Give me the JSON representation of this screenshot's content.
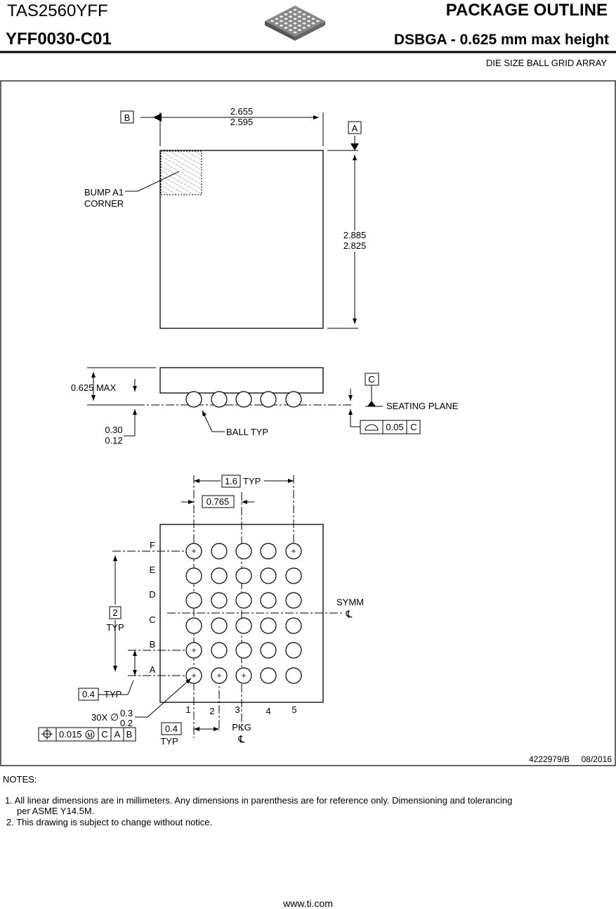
{
  "header": {
    "part_number": "TAS2560YFF",
    "drawing_id": "YFF0030-C01",
    "doc_type": "PACKAGE OUTLINE",
    "package": "DSBGA - 0.625 mm max height",
    "package_desc": "DIE SIZE BALL GRID ARRAY"
  },
  "top_view": {
    "datum_b": "B",
    "datum_a": "A",
    "width_max": "2.655",
    "width_min": "2.595",
    "height_max": "2.885",
    "height_min": "2.825",
    "bump_corner_line1": "BUMP A1",
    "bump_corner_line2": "CORNER"
  },
  "side_view": {
    "max_height": "0.625 MAX",
    "standoff_max": "0.30",
    "standoff_min": "0.12",
    "ball_label": "BALL TYP",
    "datum_c": "C",
    "seating_plane": "SEATING PLANE",
    "flatness_value": "0.05",
    "flatness_datum": "C"
  },
  "bottom_view": {
    "pitch_total": "1.6",
    "pitch_total_suffix": "TYP",
    "offset_x": "0.765",
    "rows": [
      "F",
      "E",
      "D",
      "C",
      "B",
      "A"
    ],
    "cols": [
      "1",
      "2",
      "3",
      "4",
      "5"
    ],
    "row_span": "2",
    "row_span_suffix": "TYP",
    "row_pitch": "0.4",
    "row_pitch_suffix": "TYP",
    "col_pitch": "0.4",
    "col_pitch_suffix": "TYP",
    "symm_label": "SYMM",
    "pkg_label": "PKG",
    "centerline_symbol": "℄",
    "ball_count": "30X",
    "diameter_symbol": "∅",
    "ball_dia_max": "0.3",
    "ball_dia_min": "0.2",
    "position_tol": "0.015",
    "mmc_symbol": "M",
    "tol_datums": [
      "C",
      "A",
      "B"
    ]
  },
  "footer_box": {
    "doc_number": "4222979/B",
    "date": "08/2016"
  },
  "notes": {
    "title": "NOTES:",
    "items": [
      "1. All linear dimensions are in millimeters. Any dimensions in parenthesis are for reference only. Dimensioning and tolerancing",
      "per ASME Y14.5M.",
      "2. This drawing is subject to change without notice."
    ]
  },
  "website": "www.ti.com"
}
